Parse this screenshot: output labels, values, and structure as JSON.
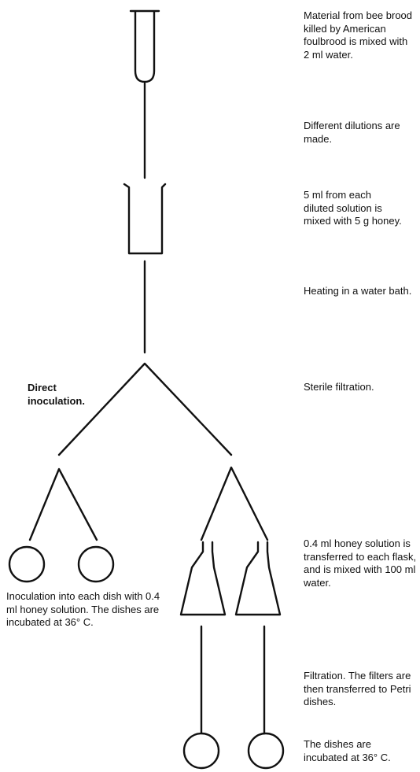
{
  "steps": {
    "step1": "Material from bee brood killed by American foulbrood is mixed with 2 ml water.",
    "step2": "Different dilutions are made.",
    "step3": "5 ml from each diluted solution is mixed with 5 g honey.",
    "step4": "Heating in a water bath.",
    "step5": "Sterile filtration.",
    "step6": "0.4 ml honey solution is transferred to each flask, and is mixed with 100 ml water.",
    "step7": "Filtration. The filters are then transferred to Petri dishes.",
    "step8": "The dishes are incubated at 36° C."
  },
  "left_branch": {
    "label": "Direct inoculation.",
    "note": "Inoculation into each dish with 0.4 ml honey solution. The dishes are incubated at 36° C."
  },
  "colors": {
    "ink": "#111111",
    "background": "#ffffff"
  }
}
